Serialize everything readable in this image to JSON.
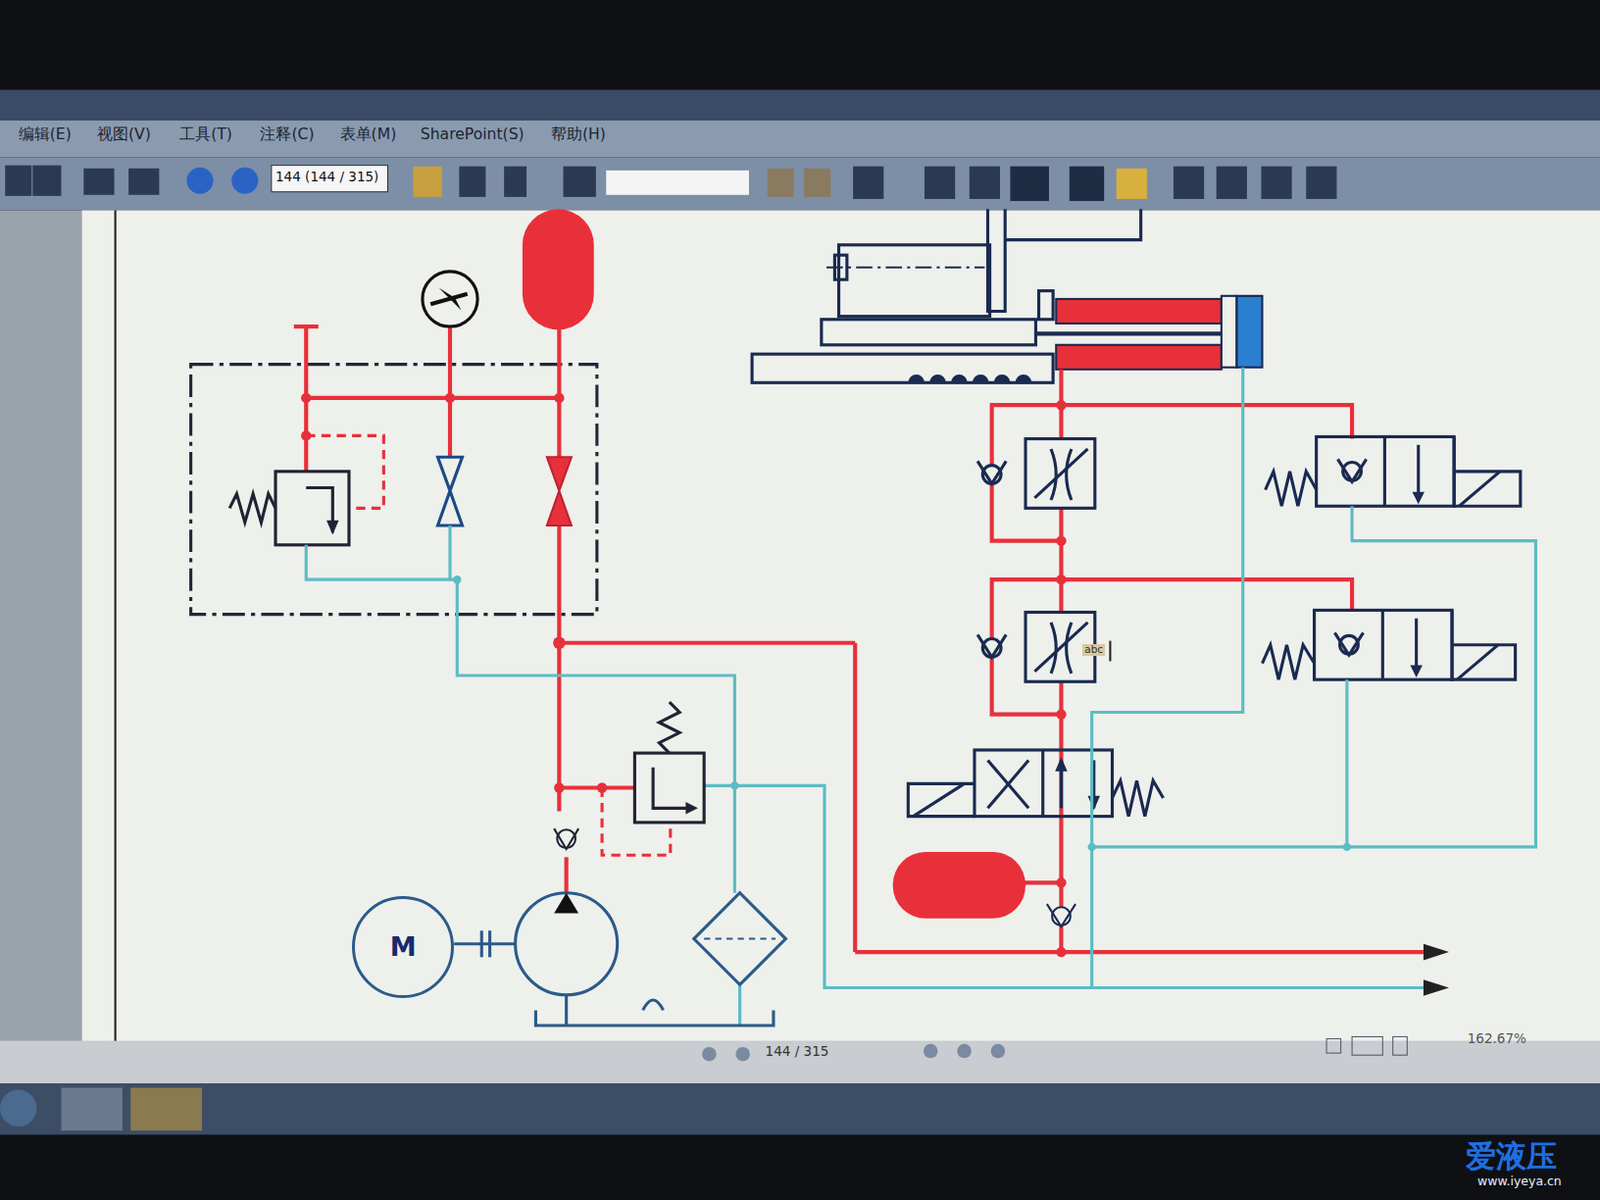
{
  "diagram": {
    "nodes": [
      {
        "text": [
          "M"
        ]
      }
    ],
    "labels": [
      "编辑(E)",
      "视图(V)",
      "工具(T)",
      "注释(C)",
      "表单(M)",
      "SharePoint(S)",
      "帮助(H)",
      "144 (144 / 315)",
      "abc",
      "144 / 315",
      "162.67%",
      "爱液压",
      "www.iyeya.cn"
    ]
  }
}
